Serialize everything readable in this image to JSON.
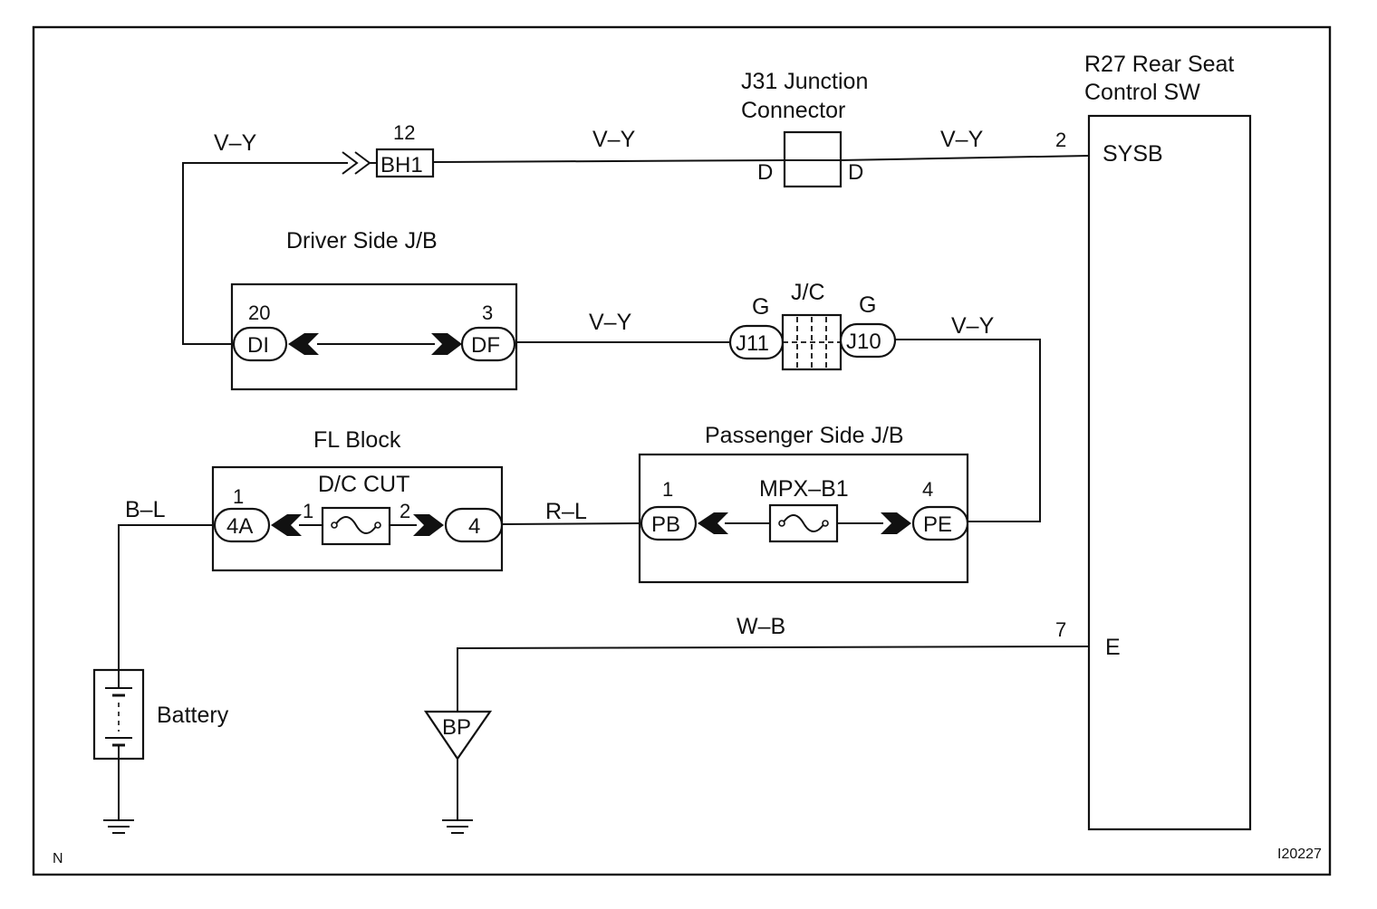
{
  "components": {
    "switch": {
      "title_line1": "R27 Rear Seat",
      "title_line2": "Control SW",
      "pin_sysb": "SYSB",
      "pin_e": "E",
      "pin_num_sysb": "2",
      "pin_num_e": "7"
    },
    "junction_connector": {
      "title_line1": "J31 Junction",
      "title_line2": "Connector",
      "left_pin": "D",
      "right_pin": "D"
    },
    "bh1": {
      "pin_num": "12",
      "label": "BH1"
    },
    "driver_jb": {
      "title": "Driver Side J/B",
      "left_pin_num": "20",
      "left_label": "DI",
      "right_pin_num": "3",
      "right_label": "DF"
    },
    "jc": {
      "title": "J/C",
      "left_g": "G",
      "right_g": "G",
      "left_label": "J11",
      "right_label": "J10"
    },
    "fl_block": {
      "title": "FL Block",
      "fuse": "D/C CUT",
      "left_pin_num": "1",
      "left_label": "4A",
      "fuse_pin_left": "1",
      "fuse_pin_right": "2",
      "right_label": "4"
    },
    "passenger_jb": {
      "title": "Passenger Side J/B",
      "fuse": "MPX–B1",
      "left_pin_num": "1",
      "left_label": "PB",
      "right_pin_num": "4",
      "right_label": "PE"
    },
    "battery": {
      "label": "Battery"
    },
    "ground_point": {
      "label": "BP"
    }
  },
  "wires": {
    "vy_1": "V–Y",
    "vy_2": "V–Y",
    "vy_3": "V–Y",
    "vy_4": "V–Y",
    "vy_5": "V–Y",
    "bl": "B–L",
    "rl": "R–L",
    "wb": "W–B"
  },
  "footer": {
    "corner_left": "N",
    "figure_id": "I20227"
  }
}
